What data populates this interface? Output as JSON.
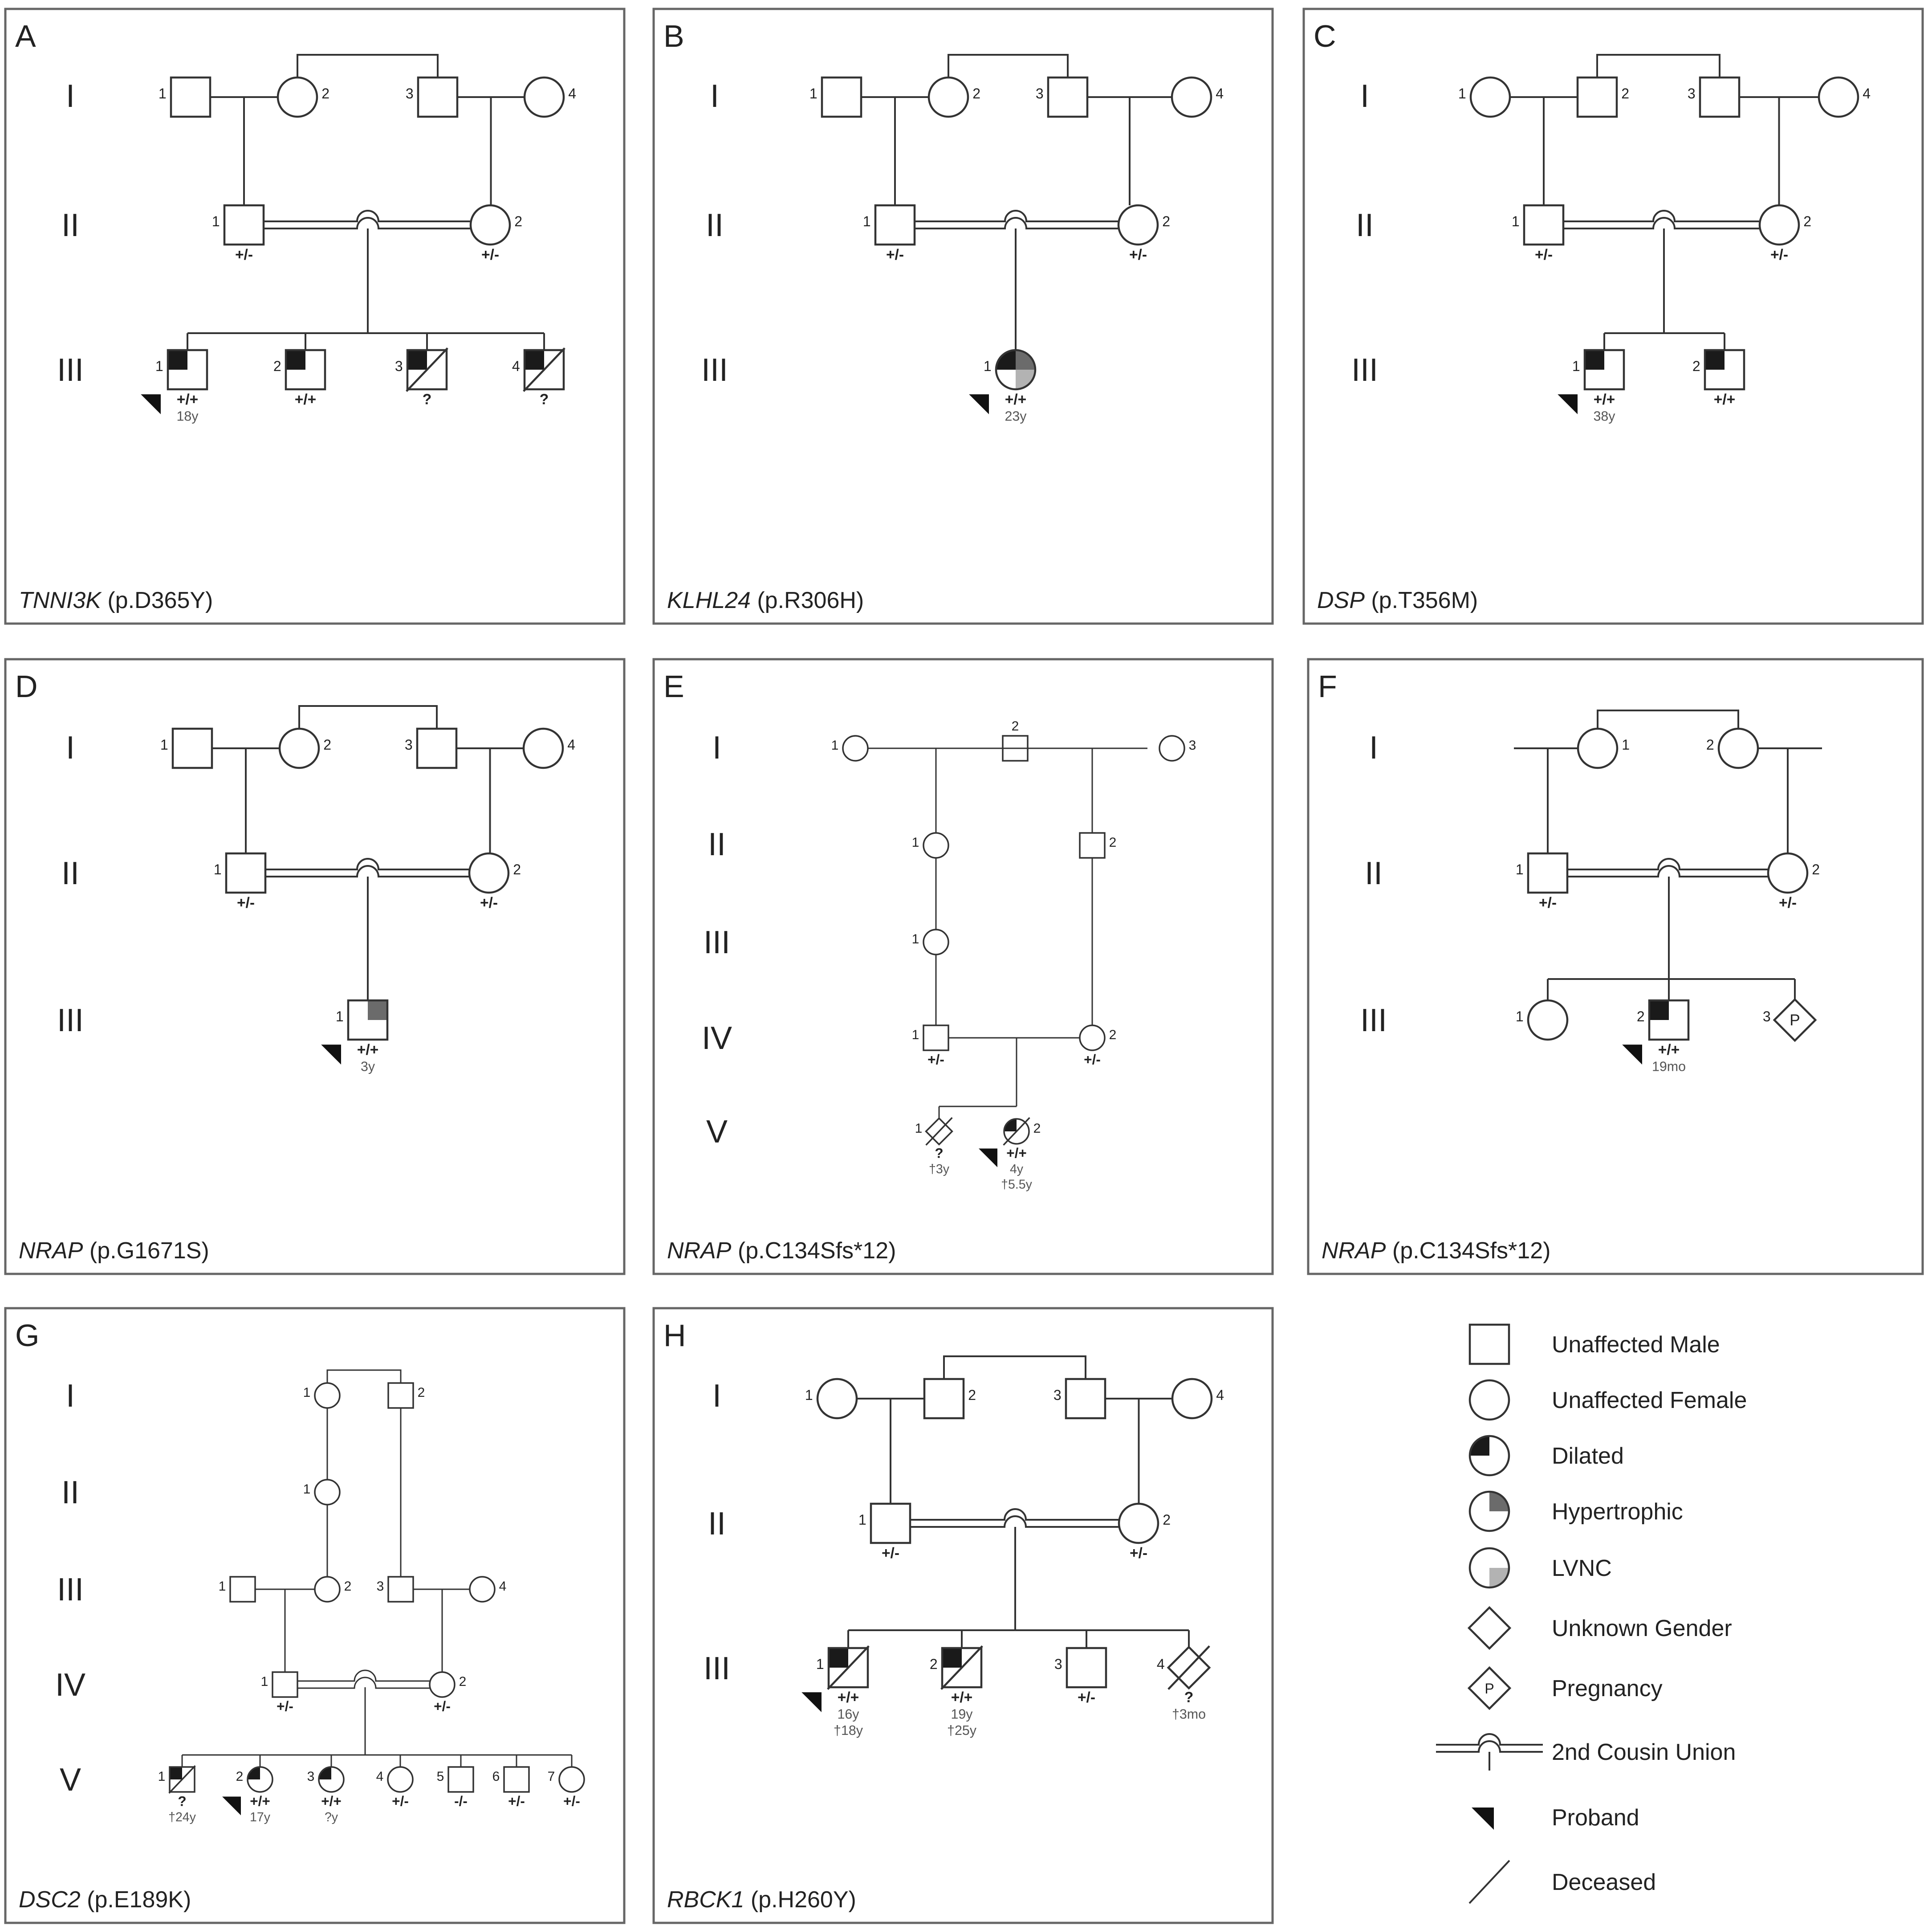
{
  "panels": [
    {
      "letter": "A",
      "gene": "TNNI3K",
      "variant": "(p.D365Y)",
      "generations": [
        "I",
        "II",
        "III"
      ],
      "individuals": [
        {
          "id": "A-I-1",
          "label": "1"
        },
        {
          "id": "A-I-2",
          "label": "2"
        },
        {
          "id": "A-I-3",
          "label": "3"
        },
        {
          "id": "A-I-4",
          "label": "4"
        },
        {
          "id": "A-II-1",
          "label": "1",
          "genotype": "+/-"
        },
        {
          "id": "A-II-2",
          "label": "2",
          "genotype": "+/-"
        },
        {
          "id": "A-III-1",
          "label": "1",
          "genotype": "+/+",
          "age": "18y",
          "phenotype": "dilated",
          "proband": true
        },
        {
          "id": "A-III-2",
          "label": "2",
          "genotype": "+/+",
          "phenotype": "dilated"
        },
        {
          "id": "A-III-3",
          "label": "3",
          "genotype": "?",
          "phenotype": "dilated",
          "deceased": true
        },
        {
          "id": "A-III-4",
          "label": "4",
          "genotype": "?",
          "phenotype": "dilated",
          "deceased": true
        }
      ]
    },
    {
      "letter": "B",
      "gene": "KLHL24",
      "variant": "(p.R306H)",
      "generations": [
        "I",
        "II",
        "III"
      ],
      "individuals": [
        {
          "id": "B-I-1",
          "label": "1"
        },
        {
          "id": "B-I-2",
          "label": "2"
        },
        {
          "id": "B-I-3",
          "label": "3"
        },
        {
          "id": "B-I-4",
          "label": "4"
        },
        {
          "id": "B-II-1",
          "label": "1",
          "genotype": "+/-"
        },
        {
          "id": "B-II-2",
          "label": "2",
          "genotype": "+/-"
        },
        {
          "id": "B-III-1",
          "label": "1",
          "genotype": "+/+",
          "age": "23y",
          "phenotype": "dilated, hypertrophic, LVNC",
          "proband": true
        }
      ]
    },
    {
      "letter": "C",
      "gene": "DSP",
      "variant": "(p.T356M)",
      "generations": [
        "I",
        "II",
        "III"
      ],
      "individuals": [
        {
          "id": "C-I-1",
          "label": "1"
        },
        {
          "id": "C-I-2",
          "label": "2"
        },
        {
          "id": "C-I-3",
          "label": "3"
        },
        {
          "id": "C-I-4",
          "label": "4"
        },
        {
          "id": "C-II-1",
          "label": "1",
          "genotype": "+/-"
        },
        {
          "id": "C-II-2",
          "label": "2",
          "genotype": "+/-"
        },
        {
          "id": "C-III-1",
          "label": "1",
          "genotype": "+/+",
          "age": "38y",
          "phenotype": "dilated",
          "proband": true
        },
        {
          "id": "C-III-2",
          "label": "2",
          "genotype": "+/+",
          "phenotype": "dilated"
        }
      ]
    },
    {
      "letter": "D",
      "gene": "NRAP",
      "variant": "(p.G1671S)",
      "generations": [
        "I",
        "II",
        "III"
      ],
      "individuals": [
        {
          "id": "D-I-1",
          "label": "1"
        },
        {
          "id": "D-I-2",
          "label": "2"
        },
        {
          "id": "D-I-3",
          "label": "3"
        },
        {
          "id": "D-I-4",
          "label": "4"
        },
        {
          "id": "D-II-1",
          "label": "1",
          "genotype": "+/-"
        },
        {
          "id": "D-II-2",
          "label": "2",
          "genotype": "+/-"
        },
        {
          "id": "D-III-1",
          "label": "1",
          "genotype": "+/+",
          "age": "3y",
          "phenotype": "hypertrophic",
          "proband": true
        }
      ]
    },
    {
      "letter": "E",
      "gene": "NRAP",
      "variant": "(p.C134Sfs*12)",
      "generations": [
        "I",
        "II",
        "III",
        "IV",
        "V"
      ],
      "individuals": [
        {
          "id": "E-I-1",
          "label": "1"
        },
        {
          "id": "E-I-2",
          "label": "2"
        },
        {
          "id": "E-I-3",
          "label": "3"
        },
        {
          "id": "E-II-1",
          "label": "1"
        },
        {
          "id": "E-II-2",
          "label": "2"
        },
        {
          "id": "E-III-1",
          "label": "1"
        },
        {
          "id": "E-IV-1",
          "label": "1",
          "genotype": "+/-"
        },
        {
          "id": "E-IV-2",
          "label": "2",
          "genotype": "+/-"
        },
        {
          "id": "E-V-1",
          "label": "1",
          "genotype": "?",
          "death": "†3y",
          "deceased": true
        },
        {
          "id": "E-V-2",
          "label": "2",
          "genotype": "+/+",
          "age": "4y",
          "death": "†5.5y",
          "phenotype": "dilated",
          "deceased": true,
          "proband": true
        }
      ]
    },
    {
      "letter": "F",
      "gene": "NRAP",
      "variant": "(p.C134Sfs*12)",
      "generations": [
        "I",
        "II",
        "III"
      ],
      "individuals": [
        {
          "id": "F-I-1",
          "label": "1"
        },
        {
          "id": "F-I-2",
          "label": "2"
        },
        {
          "id": "F-II-1",
          "label": "1",
          "genotype": "+/-"
        },
        {
          "id": "F-II-2",
          "label": "2",
          "genotype": "+/-"
        },
        {
          "id": "F-III-1",
          "label": "1"
        },
        {
          "id": "F-III-2",
          "label": "2",
          "genotype": "+/+",
          "age": "19mo",
          "phenotype": "dilated",
          "proband": true
        },
        {
          "id": "F-III-3",
          "label": "3",
          "pregnancy": "P"
        }
      ]
    },
    {
      "letter": "G",
      "gene": "DSC2",
      "variant": "(p.E189K)",
      "generations": [
        "I",
        "II",
        "III",
        "IV",
        "V"
      ],
      "individuals": [
        {
          "id": "G-I-1",
          "label": "1"
        },
        {
          "id": "G-I-2",
          "label": "2"
        },
        {
          "id": "G-II-1",
          "label": "1"
        },
        {
          "id": "G-III-1",
          "label": "1"
        },
        {
          "id": "G-III-2",
          "label": "2"
        },
        {
          "id": "G-III-3",
          "label": "3"
        },
        {
          "id": "G-III-4",
          "label": "4"
        },
        {
          "id": "G-IV-1",
          "label": "1",
          "genotype": "+/-"
        },
        {
          "id": "G-IV-2",
          "label": "2",
          "genotype": "+/-"
        },
        {
          "id": "G-V-1",
          "label": "1",
          "genotype": "?",
          "death": "†24y",
          "phenotype": "dilated",
          "deceased": true
        },
        {
          "id": "G-V-2",
          "label": "2",
          "genotype": "+/+",
          "age": "17y",
          "phenotype": "dilated",
          "proband": true
        },
        {
          "id": "G-V-3",
          "label": "3",
          "genotype": "+/+",
          "age": "?y",
          "phenotype": "dilated"
        },
        {
          "id": "G-V-4",
          "label": "4",
          "genotype": "+/-"
        },
        {
          "id": "G-V-5",
          "label": "5",
          "genotype": "-/-"
        },
        {
          "id": "G-V-6",
          "label": "6",
          "genotype": "+/-"
        },
        {
          "id": "G-V-7",
          "label": "7",
          "genotype": "+/-"
        }
      ]
    },
    {
      "letter": "H",
      "gene": "RBCK1",
      "variant": "(p.H260Y)",
      "generations": [
        "I",
        "II",
        "III"
      ],
      "individuals": [
        {
          "id": "H-I-1",
          "label": "1"
        },
        {
          "id": "H-I-2",
          "label": "2"
        },
        {
          "id": "H-I-3",
          "label": "3"
        },
        {
          "id": "H-I-4",
          "label": "4"
        },
        {
          "id": "H-II-1",
          "label": "1",
          "genotype": "+/-"
        },
        {
          "id": "H-II-2",
          "label": "2",
          "genotype": "+/-"
        },
        {
          "id": "H-III-1",
          "label": "1",
          "genotype": "+/+",
          "age": "16y",
          "death": "†18y",
          "phenotype": "dilated",
          "deceased": true,
          "proband": true
        },
        {
          "id": "H-III-2",
          "label": "2",
          "genotype": "+/+",
          "age": "19y",
          "death": "†25y",
          "phenotype": "dilated",
          "deceased": true
        },
        {
          "id": "H-III-3",
          "label": "3",
          "genotype": "+/-"
        },
        {
          "id": "H-III-4",
          "label": "4",
          "genotype": "?",
          "death": "†3mo",
          "deceased": true
        }
      ]
    }
  ],
  "legend": {
    "items": [
      {
        "symbol": "square",
        "label": "Unaffected Male"
      },
      {
        "symbol": "circle",
        "label": "Unaffected Female"
      },
      {
        "symbol": "dilated",
        "label": "Dilated"
      },
      {
        "symbol": "hypertrophic",
        "label": "Hypertrophic"
      },
      {
        "symbol": "lvnc",
        "label": "LVNC"
      },
      {
        "symbol": "diamond",
        "label": "Unknown Gender"
      },
      {
        "symbol": "pregnancy",
        "label": "Pregnancy"
      },
      {
        "symbol": "cousin-union",
        "label": "2nd Cousin Union"
      },
      {
        "symbol": "proband",
        "label": "Proband"
      },
      {
        "symbol": "deceased",
        "label": "Deceased"
      }
    ],
    "pregnancy_letter": "P"
  },
  "colors": {
    "dilated": "#1a1a1a",
    "hypertrophic": "#6b6b6b",
    "lvnc": "#b3b3b3",
    "line": "#333333",
    "frame": "#666666"
  }
}
